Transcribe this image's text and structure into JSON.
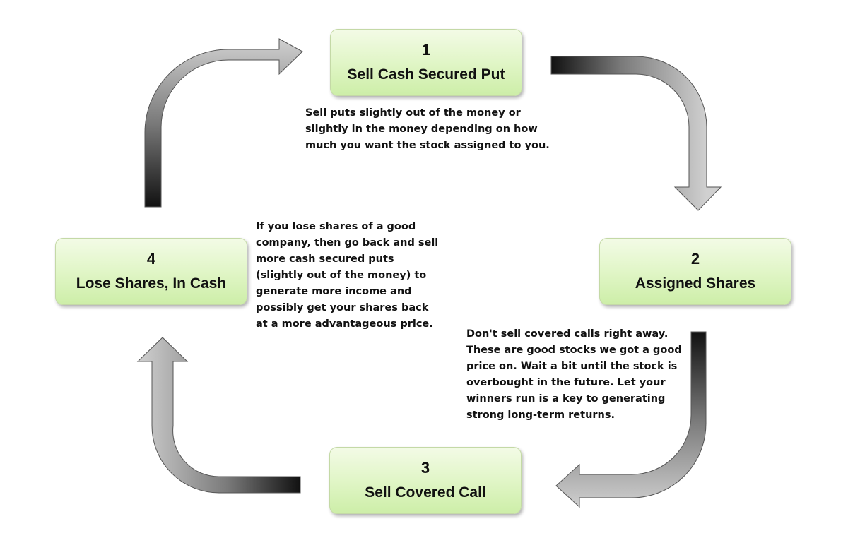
{
  "steps": [
    {
      "number": "1",
      "title": "Sell Cash Secured Put"
    },
    {
      "number": "2",
      "title": "Assigned Shares"
    },
    {
      "number": "3",
      "title": "Sell Covered Call"
    },
    {
      "number": "4",
      "title": "Lose Shares, In Cash"
    }
  ],
  "notes": {
    "step1": [
      "Sell puts slightly out of the money or",
      "slightly in the money depending on how",
      "much you want the stock assigned to you."
    ],
    "step2": [
      "Don't sell covered calls right away.",
      "These are good stocks we got a good",
      "price on. Wait a bit until the stock is",
      "overbought in the future. Let your",
      "winners run is a key to generating",
      "strong long-term returns."
    ],
    "step4": [
      "If you lose shares of a good",
      "company, then go back and sell",
      "more cash secured puts",
      "(slightly out of the money) to",
      "generate more income and",
      "possibly get your shares back",
      "at a more advantageous price."
    ]
  },
  "colors": {
    "box_fill": "#dff5c4",
    "box_border": "#c4d9a6",
    "arrow_dark": "#111111",
    "arrow_light": "#d2d2d2",
    "text": "#111111"
  }
}
